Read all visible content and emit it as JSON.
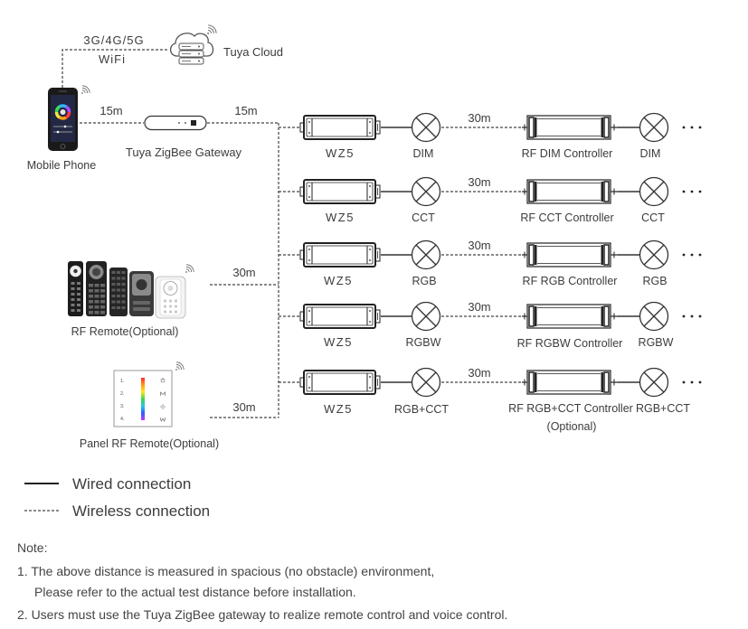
{
  "network": {
    "cellular": "3G/4G/5G",
    "wifi": "WiFi"
  },
  "cloud": {
    "label": "Tuya Cloud"
  },
  "phone": {
    "label": "Mobile Phone",
    "link_distance": "15m"
  },
  "gateway": {
    "label": "Tuya ZigBee Gateway",
    "link_distance": "15m"
  },
  "rows": [
    {
      "driver": "WZ5",
      "lamp": "DIM",
      "distance": "30m",
      "controller": "RF DIM Controller",
      "end_lamp": "DIM"
    },
    {
      "driver": "WZ5",
      "lamp": "CCT",
      "distance": "30m",
      "controller": "RF CCT Controller",
      "end_lamp": "CCT"
    },
    {
      "driver": "WZ5",
      "lamp": "RGB",
      "distance": "30m",
      "controller": "RF RGB Controller",
      "end_lamp": "RGB"
    },
    {
      "driver": "WZ5",
      "lamp": "RGBW",
      "distance": "30m",
      "controller": "RF RGBW Controller",
      "end_lamp": "RGBW"
    },
    {
      "driver": "WZ5",
      "lamp": "RGB+CCT",
      "distance": "30m",
      "controller": "RF RGB+CCT Controller",
      "controller_note": "(Optional)",
      "end_lamp": "RGB+CCT"
    }
  ],
  "rf_remote": {
    "label": "RF Remote(Optional)",
    "link_distance": "30m"
  },
  "panel_remote": {
    "label": "Panel RF Remote(Optional)",
    "link_distance": "30m",
    "zone_keys": [
      "1.",
      "2.",
      "3.",
      "4."
    ],
    "key_icons": [
      "power-icon",
      "mode-icon",
      "brightness-icon",
      "white-icon"
    ]
  },
  "legend": {
    "wired": "Wired connection",
    "wireless": "Wireless connection"
  },
  "note": {
    "title": "Note:",
    "item1": "1. The above distance is measured in spacious (no obstacle) environment,",
    "item1_cont": "Please refer to the actual test distance before installation.",
    "item2": "2. Users must use the Tuya ZigBee gateway to realize remote control and voice control."
  },
  "colors": {
    "line": "#333333",
    "text": "#3c3c3c",
    "background": "#ffffff"
  }
}
